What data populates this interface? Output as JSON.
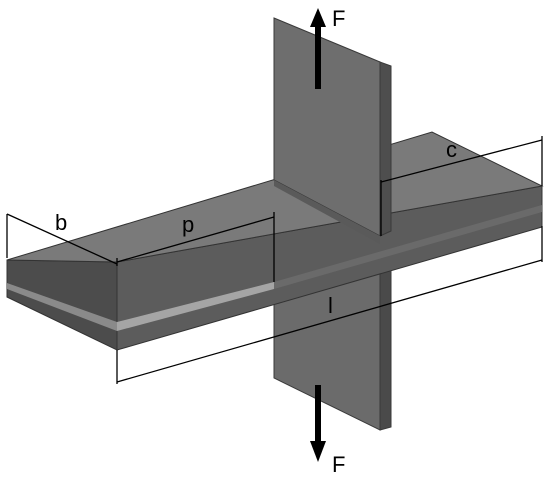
{
  "labels": {
    "force_top": "F",
    "force_bottom": "F",
    "dim_b": "b",
    "dim_p": "p",
    "dim_c": "c",
    "dim_l": "l"
  },
  "colors": {
    "plate_top": "#7a7a7a",
    "plate_side": "#5c5c5c",
    "plate_edge": "#4a4a4a",
    "plate_dark": "#444444",
    "adhesive_layer": "#9a9a9a",
    "web": "#6e6e6e",
    "web_edge": "#505050",
    "arrow": "#000000"
  }
}
